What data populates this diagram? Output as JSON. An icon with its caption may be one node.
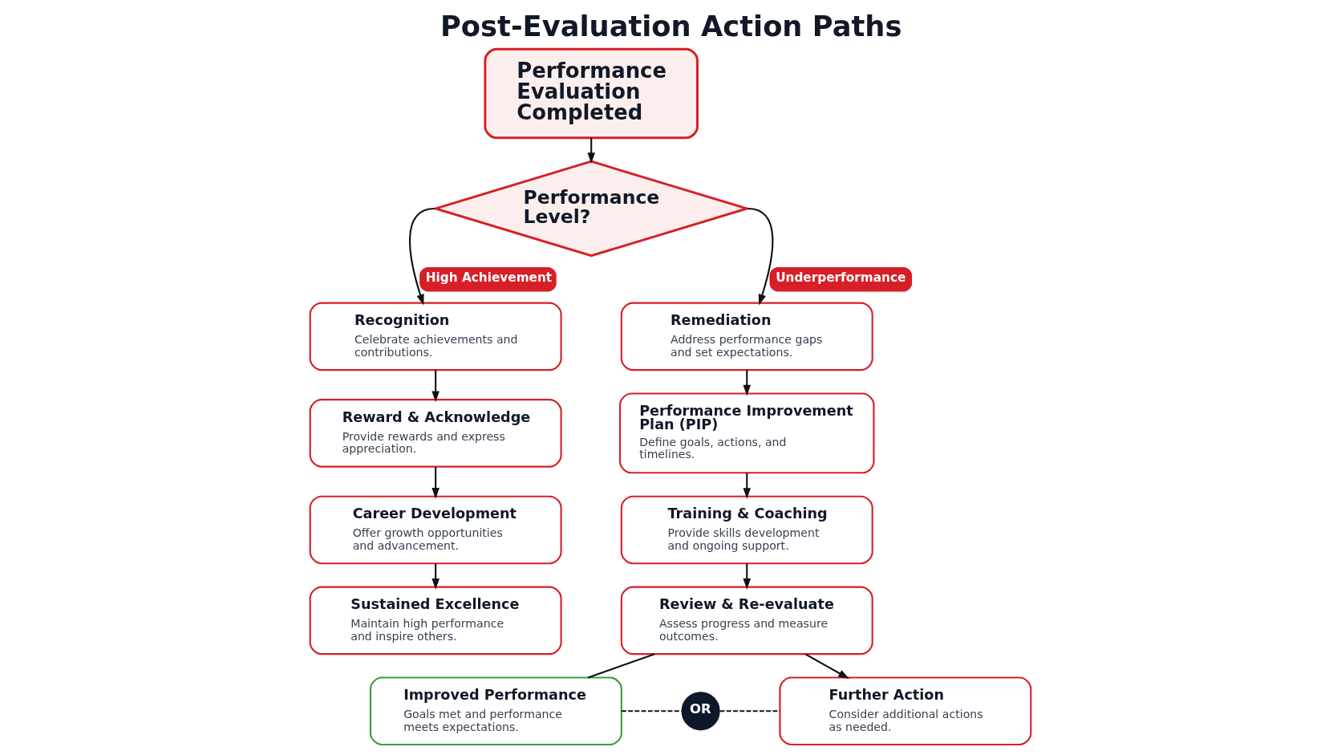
{
  "diagram": {
    "title": "Post-Evaluation Action Paths",
    "nodes": [
      {
        "text": [
          "Performance Evaluation Completed"
        ]
      },
      {
        "text": [
          "Performance Level?"
        ]
      },
      {
        "text": [
          "Recognition",
          "Celebrate achievements and contributions."
        ]
      },
      {
        "text": [
          "Reward & Acknowledge",
          "Provide rewards and express appreciation."
        ]
      },
      {
        "text": [
          "Career Development",
          "Offer growth opportunities and advancement."
        ]
      },
      {
        "text": [
          "Sustained Excellence",
          "Maintain high performance and inspire others."
        ]
      },
      {
        "text": [
          "Remediation",
          "Address performance gaps and set expectations."
        ]
      },
      {
        "text": [
          "Performance Improvement Plan (PIP)",
          "Define goals, actions, and timelines."
        ]
      },
      {
        "text": [
          "Training & Coaching",
          "Provide skills development and ongoing support."
        ]
      },
      {
        "text": [
          "Review & Re-evaluate",
          "Assess progress and measure outcomes."
        ]
      },
      {
        "text": [
          "Improved Performance",
          "Goals met and performance meets expectations."
        ]
      },
      {
        "text": [
          "OR"
        ]
      },
      {
        "text": [
          "Further Action",
          "Consider additional actions as needed."
        ]
      }
    ],
    "edges": [
      {
        "from": 0,
        "to": 1,
        "arrow": "to"
      },
      {
        "from": 1,
        "to": 2,
        "arrow": "to",
        "label": "High Achievement"
      },
      {
        "from": 1,
        "to": 6,
        "arrow": "to",
        "label": "Underperformance"
      },
      {
        "from": 2,
        "to": 3,
        "arrow": "to"
      },
      {
        "from": 3,
        "to": 4,
        "arrow": "to"
      },
      {
        "from": 4,
        "to": 5,
        "arrow": "to"
      },
      {
        "from": 6,
        "to": 7,
        "arrow": "to"
      },
      {
        "from": 7,
        "to": 8,
        "arrow": "to"
      },
      {
        "from": 8,
        "to": 9,
        "arrow": "to"
      },
      {
        "from": 9,
        "to": 10,
        "arrow": "none"
      },
      {
        "from": 9,
        "to": 12,
        "arrow": "to"
      },
      {
        "from": 10,
        "to": 11,
        "arrow": "none",
        "style": "dashed"
      },
      {
        "from": 11,
        "to": 12,
        "arrow": "none",
        "style": "dashed"
      }
    ]
  }
}
